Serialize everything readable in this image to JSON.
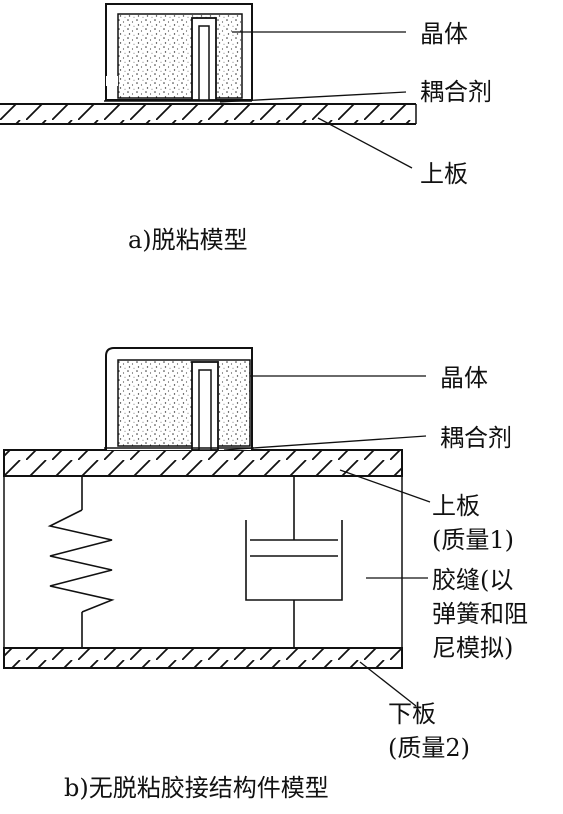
{
  "diagram_a": {
    "crystal_label": "晶体",
    "coupling_label": "耦合剂",
    "upper_plate_label": "上板",
    "caption": "a)脱粘模型"
  },
  "diagram_b": {
    "crystal_label": "晶体",
    "coupling_label": "耦合剂",
    "upper_plate_label": [
      "上板",
      "(质量1)"
    ],
    "glue_label": [
      "胶缝(以",
      "弹簧和阻",
      "尼模拟)"
    ],
    "lower_plate_label": [
      "下板",
      "(质量2)"
    ],
    "caption": "b)无脱粘胶接结构件模型"
  }
}
